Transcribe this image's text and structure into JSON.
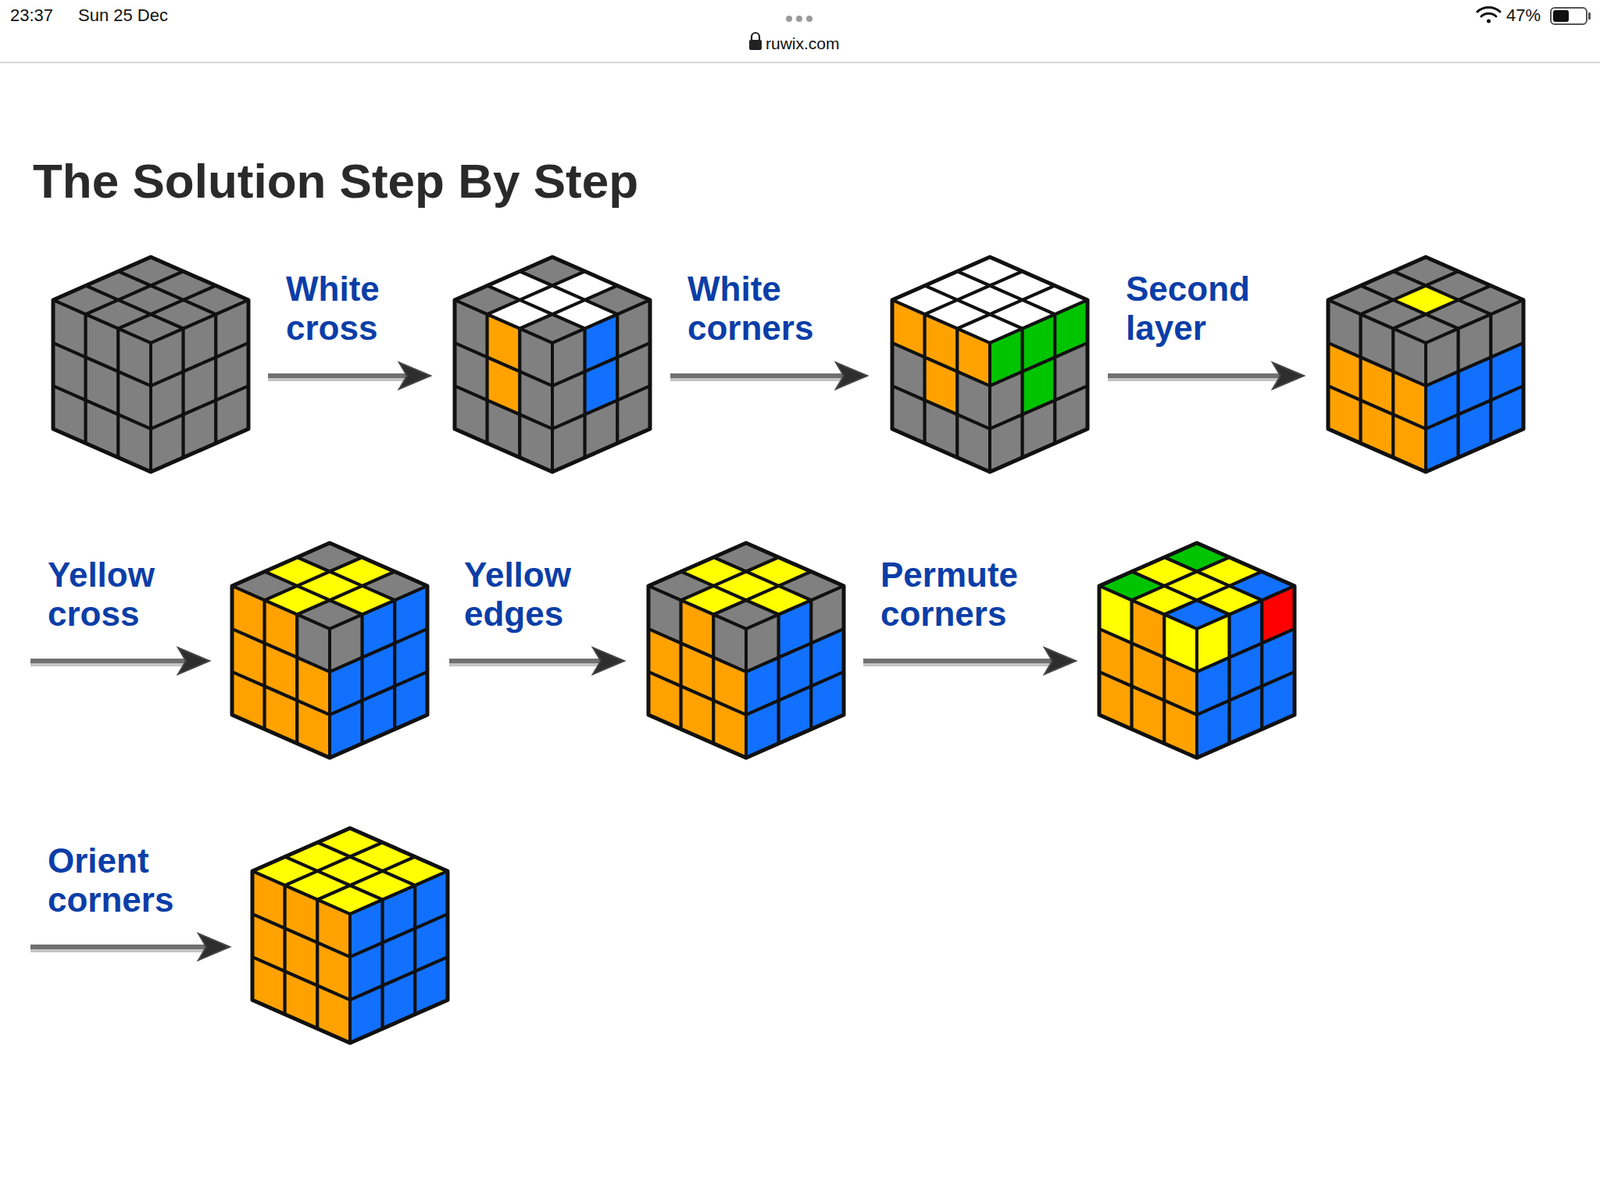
{
  "diagram": {
    "title": "The Solution Step By Step",
    "labels": [
      "23:37",
      "Sun 25 Dec",
      "ruwix.com",
      "47%",
      "White cross",
      "White corners",
      "Second layer",
      "Yellow cross",
      "Yellow edges",
      "Permute corners",
      "Orient corners"
    ]
  }
}
